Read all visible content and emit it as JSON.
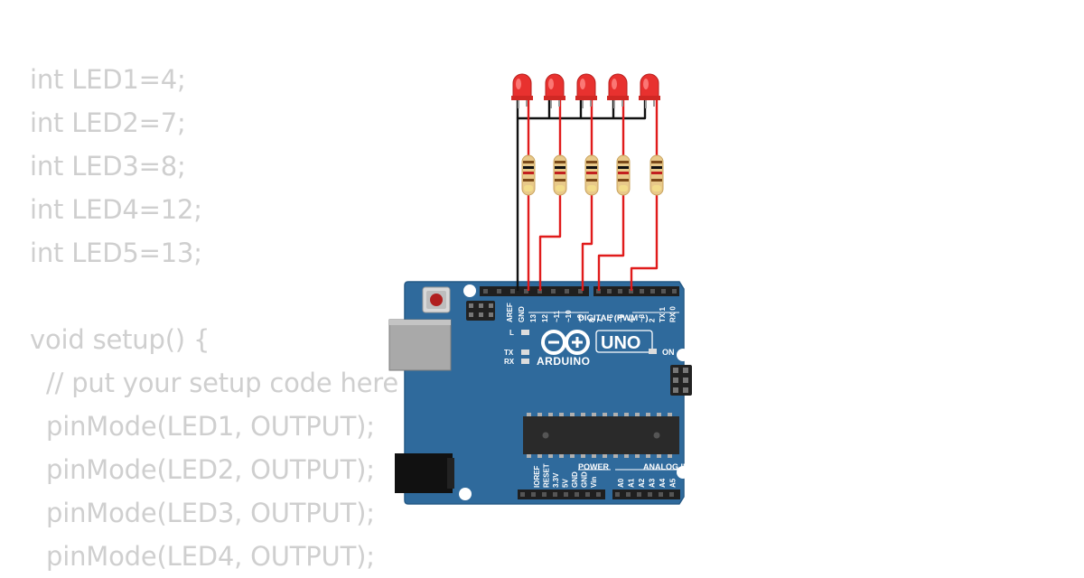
{
  "code": {
    "lines": [
      "int LED1=4;",
      "int LED2=7;",
      "int LED3=8;",
      "int LED4=12;",
      "int LED5=13;",
      "",
      "void setup() {",
      "  // put your setup code here",
      "  pinMode(LED1, OUTPUT);",
      "  pinMode(LED2, OUTPUT);",
      "  pinMode(LED3, OUTPUT);",
      "  pinMode(LED4, OUTPUT);"
    ]
  },
  "board": {
    "brand": "ARDUINO",
    "model": "UNO",
    "digital_header": "DIGITAL (PWM ~)",
    "power_header": "POWER",
    "analog_header": "ANALOG IN",
    "on_label": "ON",
    "l_label": "L",
    "tx_label": "TX",
    "rx_label": "RX",
    "digital_pins_left": [
      "AREF",
      "GND",
      "13",
      "12",
      "~11",
      "~10",
      "~9",
      "8"
    ],
    "digital_pins_right": [
      "7",
      "~6",
      "~5",
      "4",
      "~3",
      "2",
      "TX 1",
      "RX 0"
    ],
    "power_pins": [
      "IOREF",
      "RESET",
      "3.3V",
      "5V",
      "GND",
      "GND",
      "Vin"
    ],
    "analog_pins": [
      "A0",
      "A1",
      "A2",
      "A3",
      "A4",
      "A5"
    ]
  },
  "colors": {
    "board": "#2f6a9c",
    "led": "#e8312f",
    "wire_signal": "#e01b1b",
    "wire_ground": "#111111",
    "code_text": "#cfcfcf"
  }
}
